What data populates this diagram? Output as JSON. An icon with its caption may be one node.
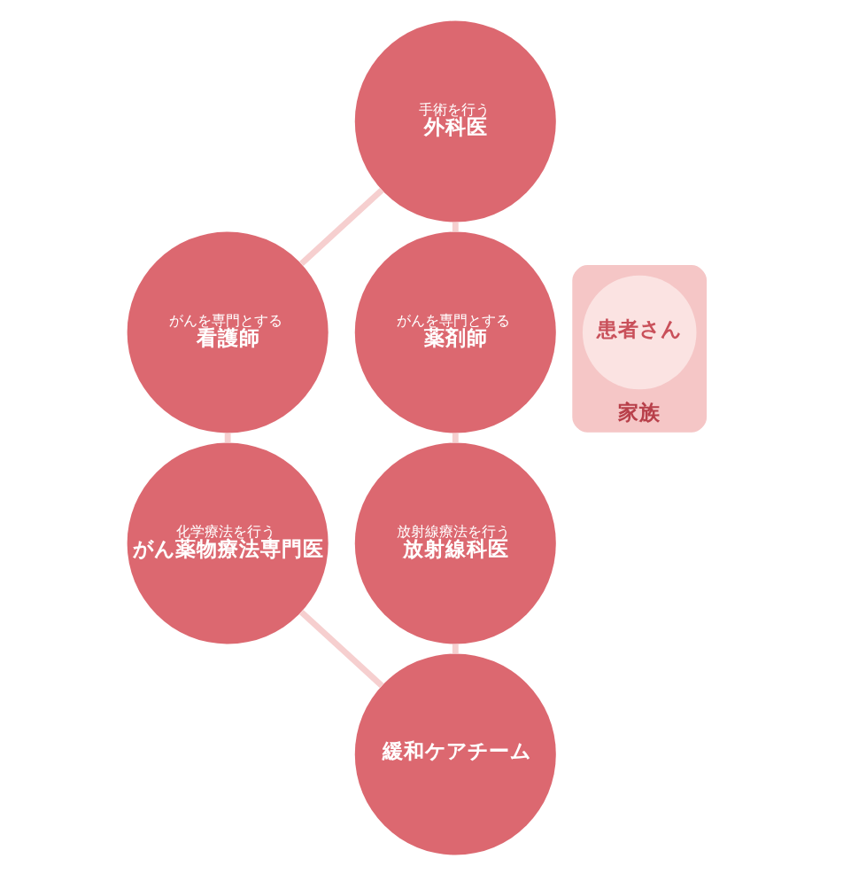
{
  "diagram": {
    "nodes": [
      {
        "text": [
          "手術を行う",
          "外科医"
        ]
      },
      {
        "text": [
          "がんを専門とする",
          "看護師"
        ]
      },
      {
        "text": [
          "がんを専門とする",
          "薬剤師"
        ]
      },
      {
        "text": [
          "家族"
        ]
      },
      {
        "text": [
          "患者さん"
        ],
        "in": 3
      },
      {
        "text": [
          "化学療法を行う",
          "がん薬物療法専門医"
        ]
      },
      {
        "text": [
          "放射線療法を行う",
          "放射線科医"
        ]
      },
      {
        "text": [
          "緩和ケアチーム"
        ]
      }
    ],
    "edges": [
      {
        "from": 0,
        "to": 1,
        "arrow": "none"
      },
      {
        "from": 0,
        "to": 2,
        "arrow": "none"
      },
      {
        "from": 1,
        "to": 5,
        "arrow": "none"
      },
      {
        "from": 2,
        "to": 6,
        "arrow": "none"
      },
      {
        "from": 5,
        "to": 7,
        "arrow": "none"
      },
      {
        "from": 6,
        "to": 7,
        "arrow": "none"
      }
    ]
  }
}
